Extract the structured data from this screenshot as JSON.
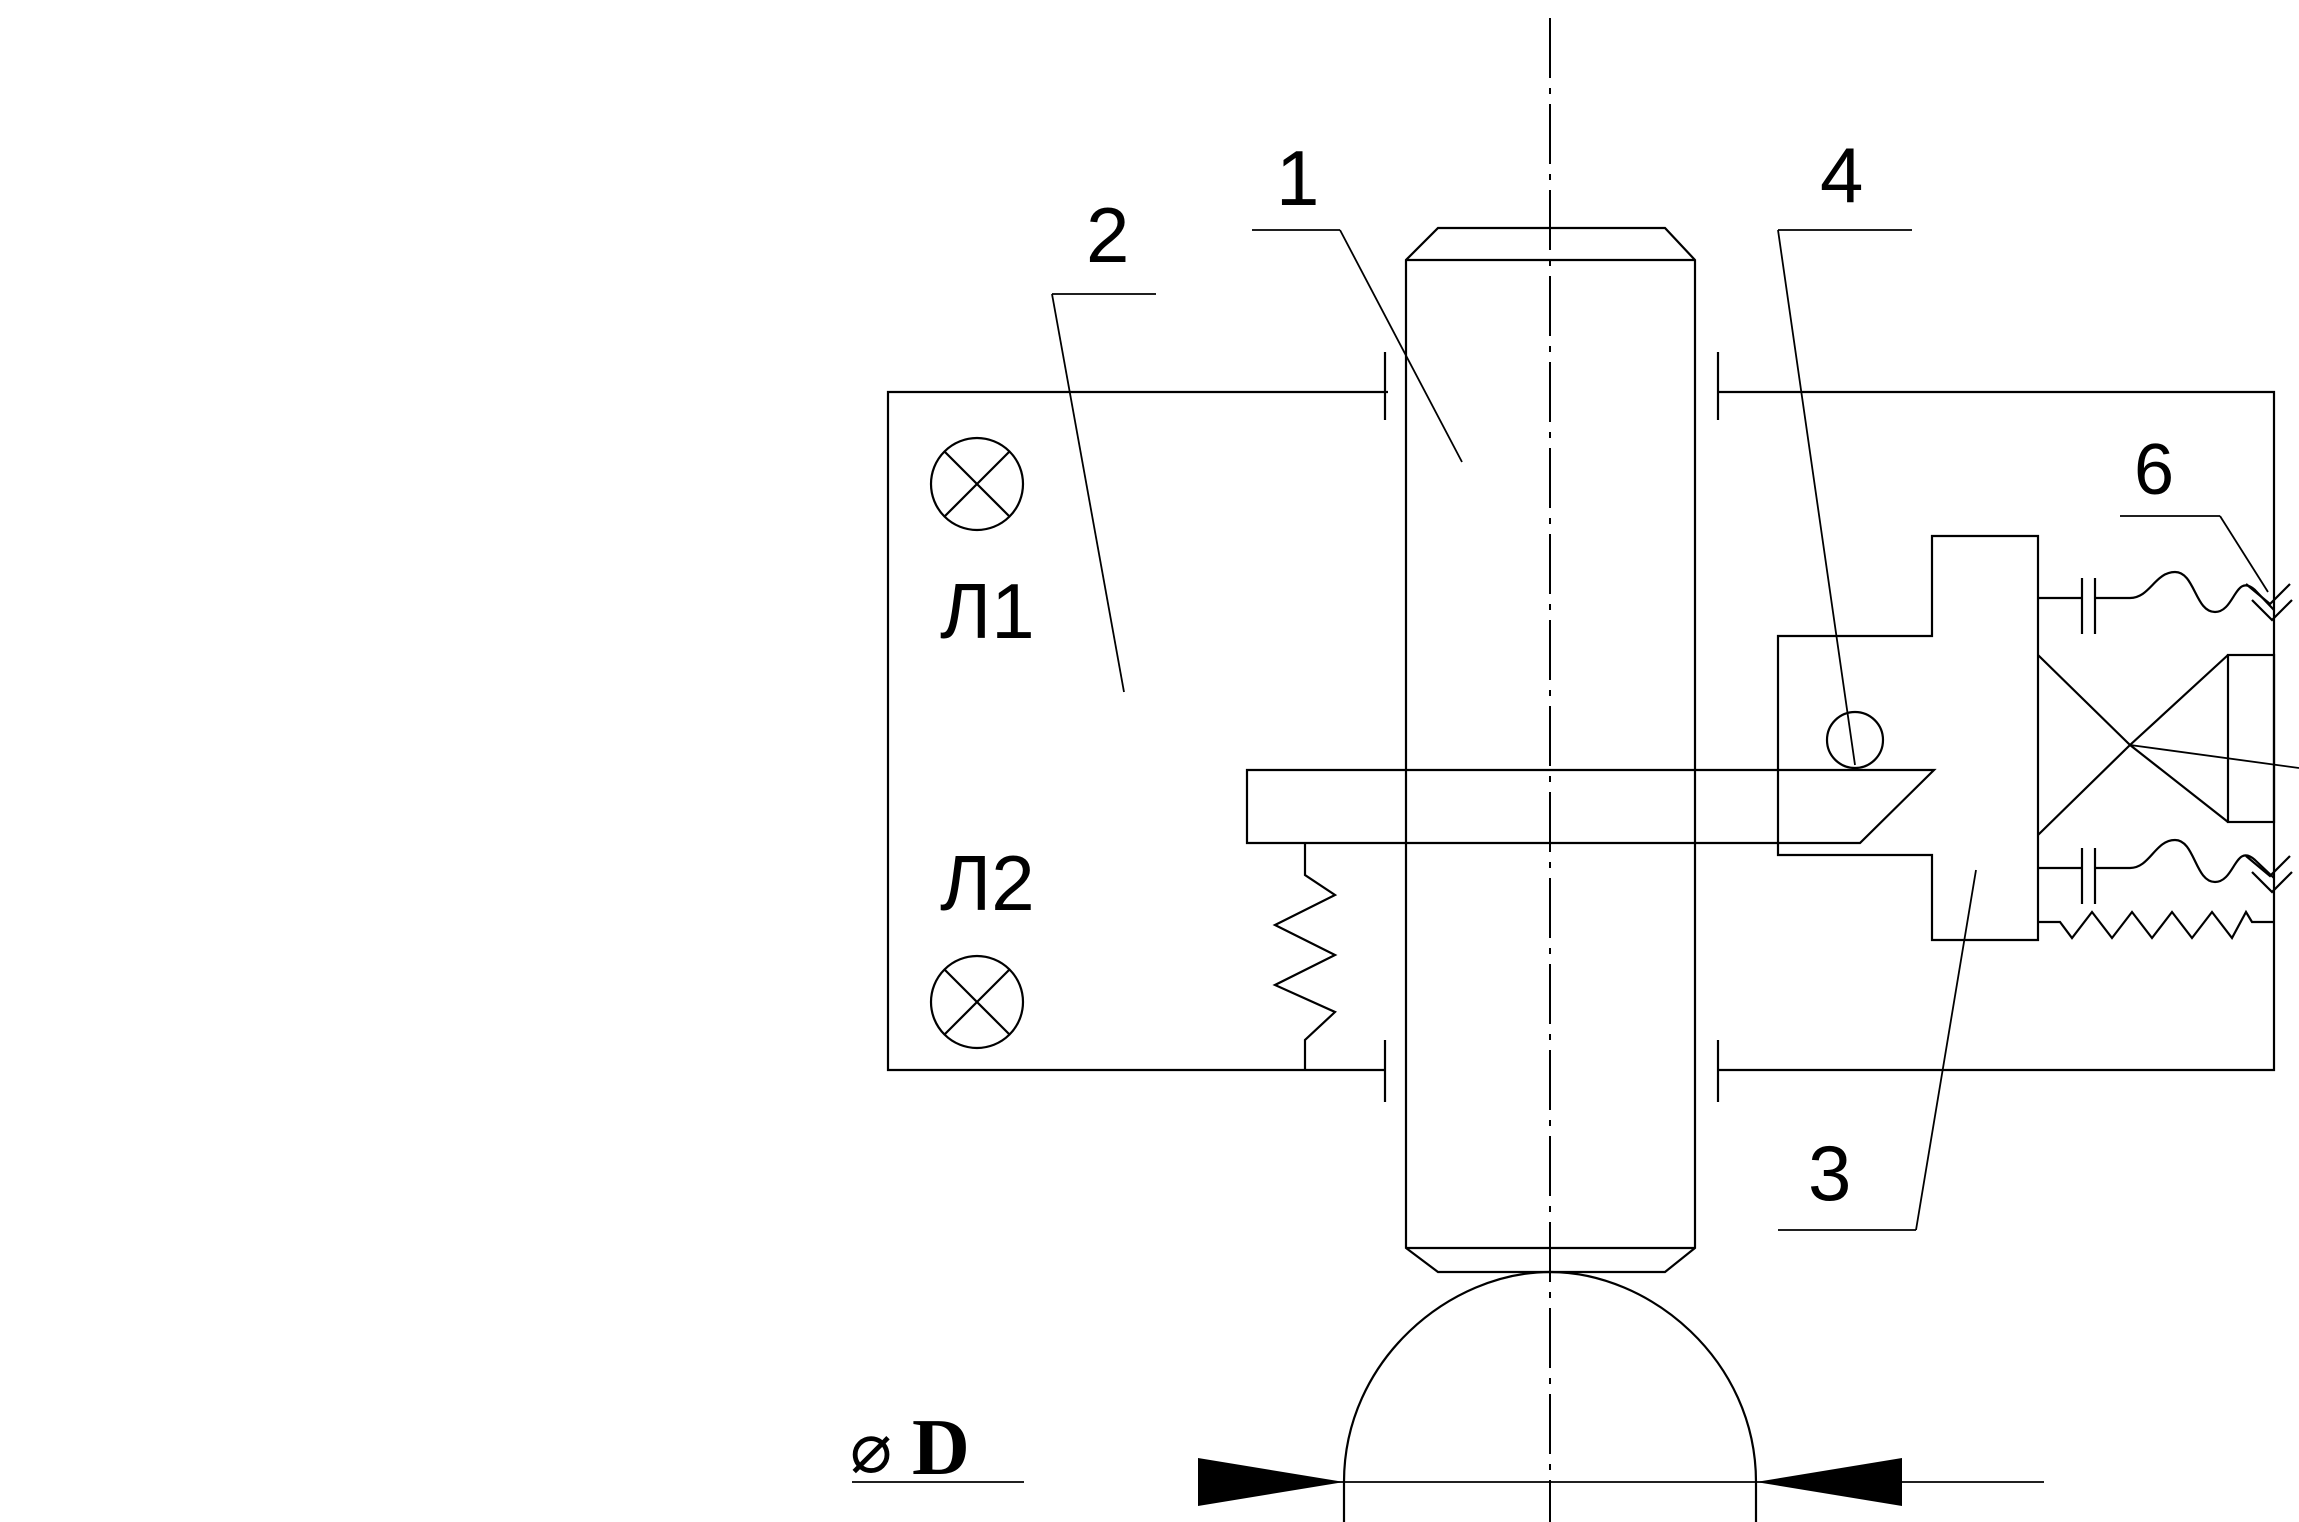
{
  "labels": {
    "part_1": "1",
    "part_2": "2",
    "part_3": "3",
    "part_4": "4",
    "part_6": "6",
    "lamp_1": "Л1",
    "lamp_2": "Л2",
    "diameter_symbol": "⌀",
    "diameter_letter": "D"
  }
}
